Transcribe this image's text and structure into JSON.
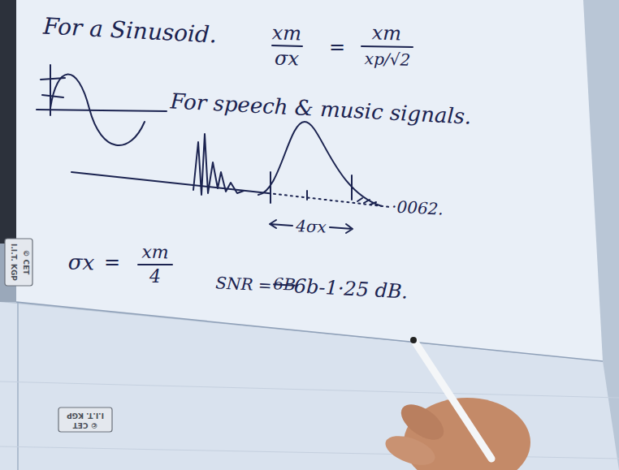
{
  "diagram": {
    "labels": [
      "For a Sinusoid.",
      "xm",
      "σx",
      "=",
      "xm",
      "xp/√2",
      "For speech & music signals.",
      "·0062.",
      "4σx",
      "σx",
      "=",
      "xm",
      "4",
      "SNR =",
      "6B",
      "6b-1·25 dB.",
      "© CET",
      "I.I.T. KGP",
      "I.I.T. KGP",
      "© CET"
    ]
  }
}
